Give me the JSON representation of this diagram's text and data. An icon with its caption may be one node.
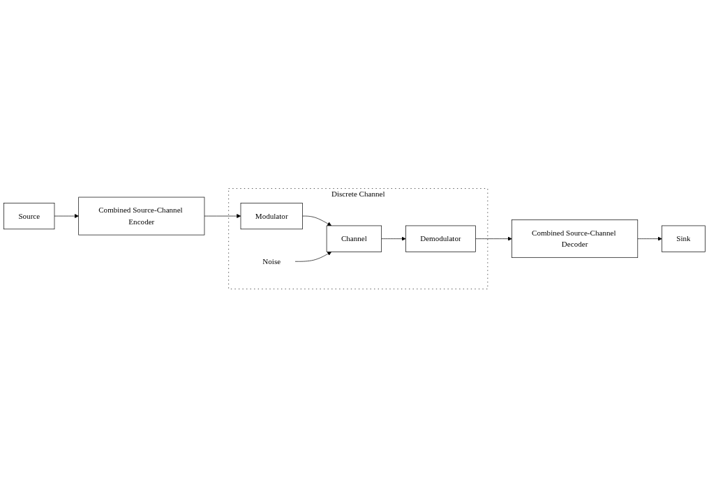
{
  "diagram": {
    "nodes": [
      {
        "text": [
          "Source"
        ]
      },
      {
        "text": [
          "Combined Source-Channel Encoder"
        ]
      },
      {
        "text": [
          "Discrete Channel"
        ]
      },
      {
        "text": [
          "Modulator"
        ],
        "in": 2
      },
      {
        "text": [
          "Channel"
        ],
        "in": 2
      },
      {
        "text": [
          "Noise"
        ],
        "in": 2
      },
      {
        "text": [
          "Demodulator"
        ],
        "in": 2
      },
      {
        "text": [
          "Combined Source-Channel Decoder"
        ]
      },
      {
        "text": [
          "Sink"
        ]
      }
    ],
    "edges": [
      {
        "from": 0,
        "to": 1,
        "arrow": "to"
      },
      {
        "from": 1,
        "to": 3,
        "arrow": "to"
      },
      {
        "from": 3,
        "to": 4,
        "arrow": "to"
      },
      {
        "from": 5,
        "to": 4,
        "arrow": "to"
      },
      {
        "from": 4,
        "to": 6,
        "arrow": "to"
      },
      {
        "from": 6,
        "to": 7,
        "arrow": "to"
      },
      {
        "from": 7,
        "to": 8,
        "arrow": "to"
      }
    ]
  }
}
